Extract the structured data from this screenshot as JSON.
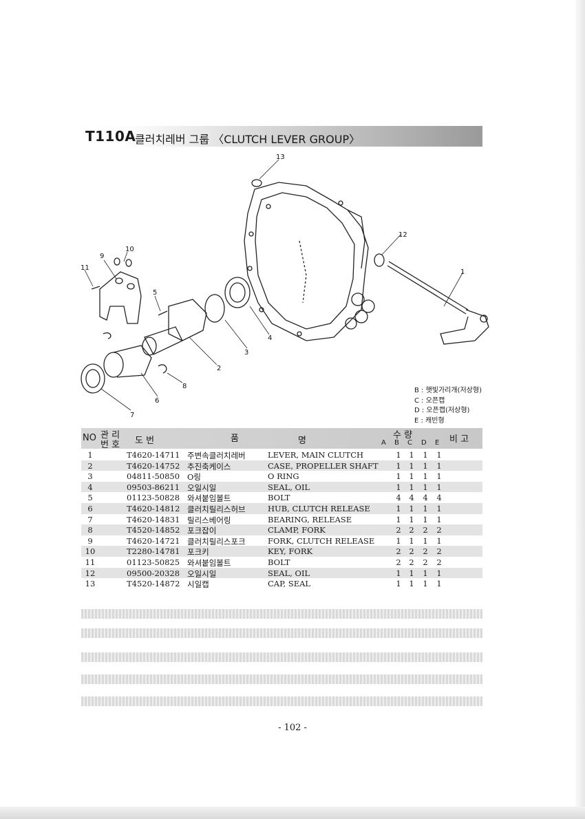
{
  "header": {
    "code": "T110A",
    "title": "클러치레버 그룹 〈CLUTCH LEVER GROUP〉"
  },
  "diagram": {
    "callouts": [
      "13",
      "12",
      "1",
      "10",
      "9",
      "11",
      "5",
      "2",
      "3",
      "4",
      "8",
      "6",
      "7"
    ]
  },
  "legend": [
    "B : 햇빛가리개(저상형)",
    "C : 오픈캡",
    "D : 오픈캡(저상형)",
    "E : 캐빈형"
  ],
  "table": {
    "headers": {
      "no": "NO",
      "ref1": "관 리",
      "ref2": "번 호",
      "part": "도    번",
      "name1": "품",
      "name2": "명",
      "qty": "수      량",
      "note": "비  고",
      "cols": [
        "A",
        "B",
        "C",
        "D",
        "E"
      ]
    },
    "rows": [
      {
        "no": "1",
        "pn": "T4620-14711",
        "kr": "주변속클러치레버",
        "en": "LEVER, MAIN CLUTCH",
        "q": [
          "1",
          "1",
          "1",
          "1"
        ]
      },
      {
        "no": "2",
        "pn": "T4620-14752",
        "kr": "추진축케이스",
        "en": "CASE, PROPELLER SHAFT",
        "q": [
          "1",
          "1",
          "1",
          "1"
        ]
      },
      {
        "no": "3",
        "pn": "04811-50850",
        "kr": "O링",
        "en": "O RING",
        "q": [
          "1",
          "1",
          "1",
          "1"
        ]
      },
      {
        "no": "4",
        "pn": "09503-86211",
        "kr": "오일시일",
        "en": "SEAL, OIL",
        "q": [
          "1",
          "1",
          "1",
          "1"
        ]
      },
      {
        "no": "5",
        "pn": "01123-50828",
        "kr": "와셔붙임볼트",
        "en": "BOLT",
        "q": [
          "4",
          "4",
          "4",
          "4"
        ]
      },
      {
        "no": "6",
        "pn": "T4620-14812",
        "kr": "클러치릴리스허브",
        "en": "HUB, CLUTCH RELEASE",
        "q": [
          "1",
          "1",
          "1",
          "1"
        ]
      },
      {
        "no": "7",
        "pn": "T4620-14831",
        "kr": "릴리스베어링",
        "en": "BEARING, RELEASE",
        "q": [
          "1",
          "1",
          "1",
          "1"
        ]
      },
      {
        "no": "8",
        "pn": "T4520-14852",
        "kr": "포크잡이",
        "en": "CLAMP, FORK",
        "q": [
          "2",
          "2",
          "2",
          "2"
        ]
      },
      {
        "no": "9",
        "pn": "T4620-14721",
        "kr": "클러치릴리스포크",
        "en": "FORK, CLUTCH RELEASE",
        "q": [
          "1",
          "1",
          "1",
          "1"
        ]
      },
      {
        "no": "10",
        "pn": "T2280-14781",
        "kr": "포크키",
        "en": "KEY, FORK",
        "q": [
          "2",
          "2",
          "2",
          "2"
        ]
      },
      {
        "no": "11",
        "pn": "01123-50825",
        "kr": "와셔붙임볼트",
        "en": "BOLT",
        "q": [
          "2",
          "2",
          "2",
          "2"
        ]
      },
      {
        "no": "12",
        "pn": "09500-20328",
        "kr": "오일시일",
        "en": "SEAL, OIL",
        "q": [
          "1",
          "1",
          "1",
          "1"
        ]
      },
      {
        "no": "13",
        "pn": "T4520-14872",
        "kr": "시일캡",
        "en": "CAP, SEAL",
        "q": [
          "1",
          "1",
          "1",
          "1"
        ]
      }
    ]
  },
  "footer": {
    "page": "- 102 -"
  }
}
